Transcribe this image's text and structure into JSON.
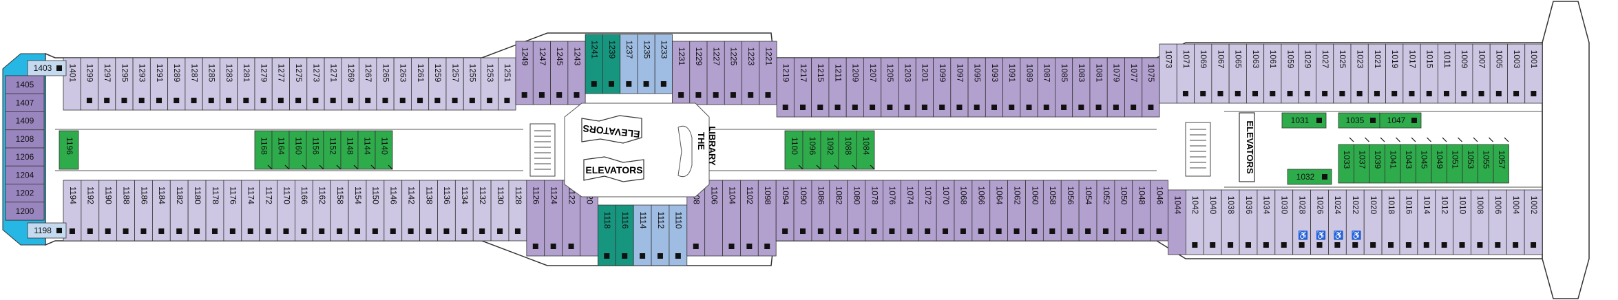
{
  "colors": {
    "lavender": "#cdc7e3",
    "purple": "#b2a0cf",
    "dark_purple": "#9a86bf",
    "teal": "#16967f",
    "blue": "#9fbde3",
    "green": "#2eac4b",
    "light_blue": "#c5d9ef",
    "cyan": "#27b7e4",
    "outline": "#333333"
  },
  "top_row": [
    {
      "n": "1401",
      "c": "lavender"
    },
    {
      "n": "1299",
      "c": "lavender",
      "m": 1
    },
    {
      "n": "1297",
      "c": "lavender",
      "m": 1
    },
    {
      "n": "1295",
      "c": "lavender",
      "m": 1
    },
    {
      "n": "1293",
      "c": "lavender",
      "m": 1
    },
    {
      "n": "1291",
      "c": "lavender",
      "m": 1
    },
    {
      "n": "1289",
      "c": "lavender",
      "m": 1
    },
    {
      "n": "1287",
      "c": "lavender",
      "m": 1
    },
    {
      "n": "1285",
      "c": "lavender",
      "m": 1
    },
    {
      "n": "1283",
      "c": "lavender",
      "m": 1
    },
    {
      "n": "1281",
      "c": "lavender",
      "m": 1
    },
    {
      "n": "1279",
      "c": "lavender",
      "m": 1
    },
    {
      "n": "1277",
      "c": "lavender",
      "m": 1
    },
    {
      "n": "1275",
      "c": "lavender",
      "m": 1
    },
    {
      "n": "1273",
      "c": "lavender",
      "m": 1
    },
    {
      "n": "1271",
      "c": "lavender",
      "m": 1
    },
    {
      "n": "1269",
      "c": "lavender",
      "m": 1
    },
    {
      "n": "1267",
      "c": "lavender",
      "m": 1
    },
    {
      "n": "1265",
      "c": "lavender",
      "m": 1
    },
    {
      "n": "1263",
      "c": "lavender",
      "m": 1
    },
    {
      "n": "1261",
      "c": "lavender",
      "m": 1
    },
    {
      "n": "1259",
      "c": "lavender",
      "m": 1
    },
    {
      "n": "1257",
      "c": "lavender",
      "m": 1
    },
    {
      "n": "1255",
      "c": "lavender",
      "m": 1
    },
    {
      "n": "1253",
      "c": "lavender",
      "m": 1
    },
    {
      "n": "1251",
      "c": "lavender",
      "m": 1
    },
    {
      "n": "1249",
      "c": "purple",
      "m": 1
    },
    {
      "n": "1247",
      "c": "purple",
      "m": 1
    },
    {
      "n": "1245",
      "c": "purple",
      "m": 1
    },
    {
      "n": "1243",
      "c": "purple",
      "m": 1
    },
    {
      "n": "1241",
      "c": "teal",
      "m": 1
    },
    {
      "n": "1239",
      "c": "teal",
      "m": 1
    },
    {
      "n": "1237",
      "c": "blue",
      "m": 1
    },
    {
      "n": "1235",
      "c": "blue",
      "m": 1
    },
    {
      "n": "1233",
      "c": "blue",
      "m": 1
    },
    {
      "n": "1231",
      "c": "purple",
      "m": 1
    },
    {
      "n": "1229",
      "c": "purple",
      "m": 1
    },
    {
      "n": "1227",
      "c": "purple",
      "m": 1
    },
    {
      "n": "1225",
      "c": "purple",
      "m": 1
    },
    {
      "n": "1223",
      "c": "purple",
      "m": 1
    },
    {
      "n": "1221",
      "c": "purple",
      "m": 1
    },
    {
      "n": "1219",
      "c": "purple",
      "m": 1
    },
    {
      "n": "1217",
      "c": "purple",
      "m": 1
    },
    {
      "n": "1215",
      "c": "purple",
      "m": 1
    },
    {
      "n": "1211",
      "c": "purple",
      "m": 1
    },
    {
      "n": "1209",
      "c": "purple",
      "m": 1
    },
    {
      "n": "1207",
      "c": "purple",
      "m": 1
    },
    {
      "n": "1205",
      "c": "purple",
      "m": 1
    },
    {
      "n": "1203",
      "c": "purple",
      "m": 1
    },
    {
      "n": "1201",
      "c": "purple",
      "m": 1
    },
    {
      "n": "1099",
      "c": "purple",
      "m": 1
    },
    {
      "n": "1097",
      "c": "purple",
      "m": 1
    },
    {
      "n": "1095",
      "c": "purple",
      "m": 1
    },
    {
      "n": "1093",
      "c": "purple",
      "m": 1
    },
    {
      "n": "1091",
      "c": "purple",
      "m": 1
    },
    {
      "n": "1089",
      "c": "purple",
      "m": 1
    },
    {
      "n": "1087",
      "c": "purple",
      "m": 1
    },
    {
      "n": "1085",
      "c": "purple",
      "m": 1
    },
    {
      "n": "1083",
      "c": "purple",
      "m": 1
    },
    {
      "n": "1081",
      "c": "purple",
      "m": 1
    },
    {
      "n": "1079",
      "c": "purple",
      "m": 1
    },
    {
      "n": "1077",
      "c": "purple",
      "m": 1
    },
    {
      "n": "1075",
      "c": "purple",
      "m": 1
    },
    {
      "n": "1073",
      "c": "lavender"
    },
    {
      "n": "1071",
      "c": "lavender",
      "m": 1
    },
    {
      "n": "1069",
      "c": "lavender",
      "m": 1
    },
    {
      "n": "1067",
      "c": "lavender",
      "m": 1
    },
    {
      "n": "1065",
      "c": "lavender",
      "m": 1
    },
    {
      "n": "1063",
      "c": "lavender",
      "m": 1
    },
    {
      "n": "1061",
      "c": "lavender",
      "m": 1
    },
    {
      "n": "1059",
      "c": "lavender",
      "m": 1
    },
    {
      "n": "1029",
      "c": "lavender",
      "m": 1
    },
    {
      "n": "1027",
      "c": "lavender",
      "m": 1
    },
    {
      "n": "1025",
      "c": "lavender",
      "m": 1
    },
    {
      "n": "1023",
      "c": "lavender",
      "m": 1
    },
    {
      "n": "1021",
      "c": "lavender",
      "m": 1
    },
    {
      "n": "1019",
      "c": "lavender",
      "m": 1
    },
    {
      "n": "1017",
      "c": "lavender",
      "m": 1
    },
    {
      "n": "1015",
      "c": "lavender",
      "m": 1
    },
    {
      "n": "1011",
      "c": "lavender",
      "m": 1
    },
    {
      "n": "1009",
      "c": "lavender",
      "m": 1
    },
    {
      "n": "1007",
      "c": "lavender",
      "m": 1
    },
    {
      "n": "1005",
      "c": "lavender",
      "m": 1
    },
    {
      "n": "1003",
      "c": "lavender",
      "m": 1
    },
    {
      "n": "1001",
      "c": "lavender",
      "m": 1
    }
  ],
  "bottom_row": [
    {
      "n": "1194",
      "c": "lavender",
      "m": 1
    },
    {
      "n": "1192",
      "c": "lavender",
      "m": 1
    },
    {
      "n": "1190",
      "c": "lavender",
      "m": 1
    },
    {
      "n": "1188",
      "c": "lavender",
      "m": 1
    },
    {
      "n": "1186",
      "c": "lavender",
      "m": 1
    },
    {
      "n": "1184",
      "c": "lavender",
      "m": 1
    },
    {
      "n": "1182",
      "c": "lavender",
      "m": 1
    },
    {
      "n": "1180",
      "c": "lavender",
      "m": 1
    },
    {
      "n": "1178",
      "c": "lavender",
      "m": 1
    },
    {
      "n": "1176",
      "c": "lavender",
      "m": 1
    },
    {
      "n": "1174",
      "c": "lavender",
      "m": 1
    },
    {
      "n": "1172",
      "c": "lavender",
      "m": 1
    },
    {
      "n": "1170",
      "c": "lavender",
      "m": 1
    },
    {
      "n": "1166",
      "c": "lavender",
      "m": 1
    },
    {
      "n": "1162",
      "c": "lavender",
      "m": 1
    },
    {
      "n": "1158",
      "c": "lavender",
      "m": 1
    },
    {
      "n": "1154",
      "c": "lavender",
      "m": 1
    },
    {
      "n": "1150",
      "c": "lavender",
      "m": 1
    },
    {
      "n": "1146",
      "c": "lavender",
      "m": 1
    },
    {
      "n": "1142",
      "c": "lavender",
      "m": 1
    },
    {
      "n": "1138",
      "c": "lavender",
      "m": 1
    },
    {
      "n": "1136",
      "c": "lavender",
      "m": 1
    },
    {
      "n": "1134",
      "c": "lavender",
      "m": 1
    },
    {
      "n": "1132",
      "c": "lavender",
      "m": 1
    },
    {
      "n": "1130",
      "c": "lavender",
      "m": 1
    },
    {
      "n": "1128",
      "c": "lavender",
      "m": 1
    },
    {
      "n": "1126",
      "c": "purple",
      "m": 1
    },
    {
      "n": "1124",
      "c": "purple",
      "m": 1
    },
    {
      "n": "1122",
      "c": "purple",
      "m": 1
    },
    {
      "n": "1120",
      "c": "purple"
    },
    {
      "n": "1118",
      "c": "teal",
      "m": 1
    },
    {
      "n": "1116",
      "c": "teal",
      "m": 1
    },
    {
      "n": "1114",
      "c": "blue",
      "m": 1
    },
    {
      "n": "1112",
      "c": "blue",
      "m": 1
    },
    {
      "n": "1110",
      "c": "blue",
      "m": 1
    },
    {
      "n": "1108",
      "c": "purple",
      "m": 1
    },
    {
      "n": "1106",
      "c": "purple"
    },
    {
      "n": "1104",
      "c": "purple",
      "m": 1
    },
    {
      "n": "1102",
      "c": "purple",
      "m": 1
    },
    {
      "n": "1098",
      "c": "purple",
      "m": 1
    },
    {
      "n": "1094",
      "c": "purple",
      "m": 1
    },
    {
      "n": "1090",
      "c": "purple",
      "m": 1
    },
    {
      "n": "1086",
      "c": "purple",
      "m": 1
    },
    {
      "n": "1082",
      "c": "purple",
      "m": 1
    },
    {
      "n": "1080",
      "c": "purple",
      "m": 1
    },
    {
      "n": "1078",
      "c": "purple",
      "m": 1
    },
    {
      "n": "1076",
      "c": "purple",
      "m": 1
    },
    {
      "n": "1074",
      "c": "purple",
      "m": 1
    },
    {
      "n": "1072",
      "c": "purple",
      "m": 1
    },
    {
      "n": "1070",
      "c": "purple",
      "m": 1
    },
    {
      "n": "1068",
      "c": "purple",
      "m": 1
    },
    {
      "n": "1066",
      "c": "purple",
      "m": 1
    },
    {
      "n": "1064",
      "c": "purple",
      "m": 1
    },
    {
      "n": "1062",
      "c": "purple",
      "m": 1
    },
    {
      "n": "1060",
      "c": "purple",
      "m": 1
    },
    {
      "n": "1058",
      "c": "purple",
      "m": 1
    },
    {
      "n": "1056",
      "c": "purple",
      "m": 1
    },
    {
      "n": "1054",
      "c": "purple",
      "m": 1
    },
    {
      "n": "1052",
      "c": "purple",
      "m": 1
    },
    {
      "n": "1050",
      "c": "purple",
      "m": 1
    },
    {
      "n": "1048",
      "c": "purple",
      "m": 1
    },
    {
      "n": "1046",
      "c": "purple",
      "m": 1
    },
    {
      "n": "1044",
      "c": "purple"
    },
    {
      "n": "1042",
      "c": "lavender",
      "m": 1
    },
    {
      "n": "1040",
      "c": "lavender",
      "m": 1
    },
    {
      "n": "1038",
      "c": "lavender",
      "m": 1
    },
    {
      "n": "1036",
      "c": "lavender",
      "m": 1
    },
    {
      "n": "1034",
      "c": "lavender",
      "m": 1
    },
    {
      "n": "1030",
      "c": "lavender",
      "m": 1
    },
    {
      "n": "1028",
      "c": "lavender",
      "m": 1,
      "a": 1
    },
    {
      "n": "1026",
      "c": "lavender",
      "m": 1,
      "a": 1
    },
    {
      "n": "1024",
      "c": "lavender",
      "m": 1,
      "a": 1
    },
    {
      "n": "1022",
      "c": "lavender",
      "m": 1,
      "a": 1
    },
    {
      "n": "1020",
      "c": "lavender",
      "m": 1
    },
    {
      "n": "1018",
      "c": "lavender",
      "m": 1
    },
    {
      "n": "1016",
      "c": "lavender",
      "m": 1
    },
    {
      "n": "1014",
      "c": "lavender",
      "m": 1
    },
    {
      "n": "1012",
      "c": "lavender",
      "m": 1
    },
    {
      "n": "1010",
      "c": "lavender",
      "m": 1
    },
    {
      "n": "1008",
      "c": "lavender",
      "m": 1
    },
    {
      "n": "1006",
      "c": "lavender",
      "m": 1
    },
    {
      "n": "1004",
      "c": "lavender",
      "m": 1
    },
    {
      "n": "1002",
      "c": "lavender",
      "m": 1
    }
  ],
  "interior_left_green": [
    "1196",
    "1168",
    "1164",
    "1160",
    "1156",
    "1152",
    "1148",
    "1144",
    "1140"
  ],
  "interior_mid_green": [
    "1100",
    "1096",
    "1092",
    "1088",
    "1084"
  ],
  "interior_right_green": [
    "1033",
    "1037",
    "1039",
    "1041",
    "1043",
    "1045",
    "1049",
    "1051",
    "1053",
    "1055",
    "1057"
  ],
  "interior_right_top": [
    "1031",
    "1035",
    "1047"
  ],
  "interior_right_bottom": [
    "1032"
  ],
  "aft_cabins": [
    "1403",
    "1405",
    "1407",
    "1409",
    "1208",
    "1206",
    "1204",
    "1202",
    "1200",
    "1198"
  ],
  "labels": {
    "elevators_left_top": "ELEVATORS",
    "elevators_left_bottom": "ELEVATORS",
    "library_line1": "THE",
    "library_line2": "LIBRARY",
    "elevators_right": "ELEVATORS"
  }
}
